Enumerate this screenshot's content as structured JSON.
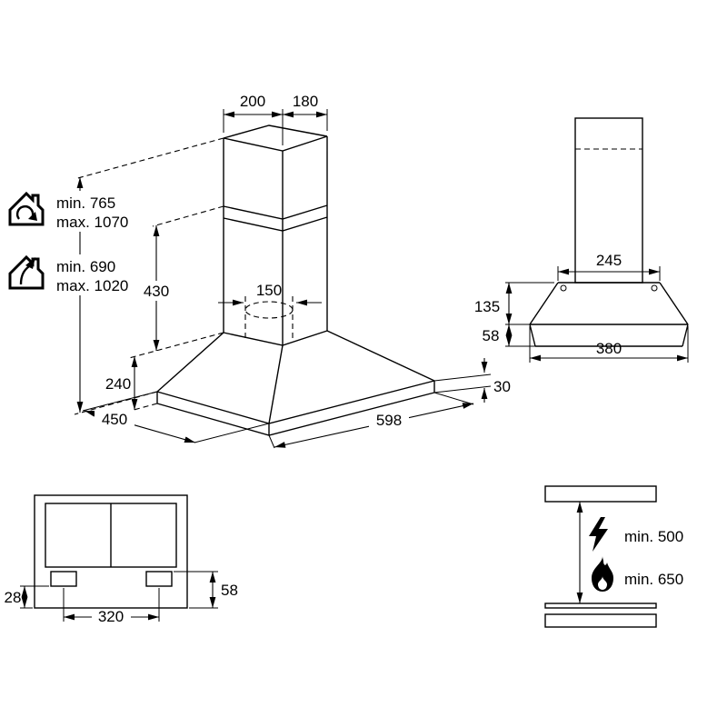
{
  "page": {
    "background": "#ffffff",
    "line_color": "#000000"
  },
  "perspective_view": {
    "chimney_top_width": "200",
    "chimney_top_depth": "180",
    "recirculation_height": {
      "min": "min. 765",
      "max": "max. 1070"
    },
    "extraction_height": {
      "min": "min. 690",
      "max": "max. 1020"
    },
    "chimney_section_height": "430",
    "duct_diameter": "150",
    "canopy_height": "240",
    "depth": "450",
    "width": "598",
    "rim_height": "30"
  },
  "front_view": {
    "chimney_width": "245",
    "canopy_height": "135",
    "base_height": "58",
    "base_width": "380"
  },
  "bottom_view": {
    "lamp_bottom_offset": "28",
    "lamp_top_offset": "58",
    "lamp_spacing": "320"
  },
  "clearance_view": {
    "electric_hob_clearance": "min. 500",
    "gas_hob_clearance": "min. 650"
  }
}
